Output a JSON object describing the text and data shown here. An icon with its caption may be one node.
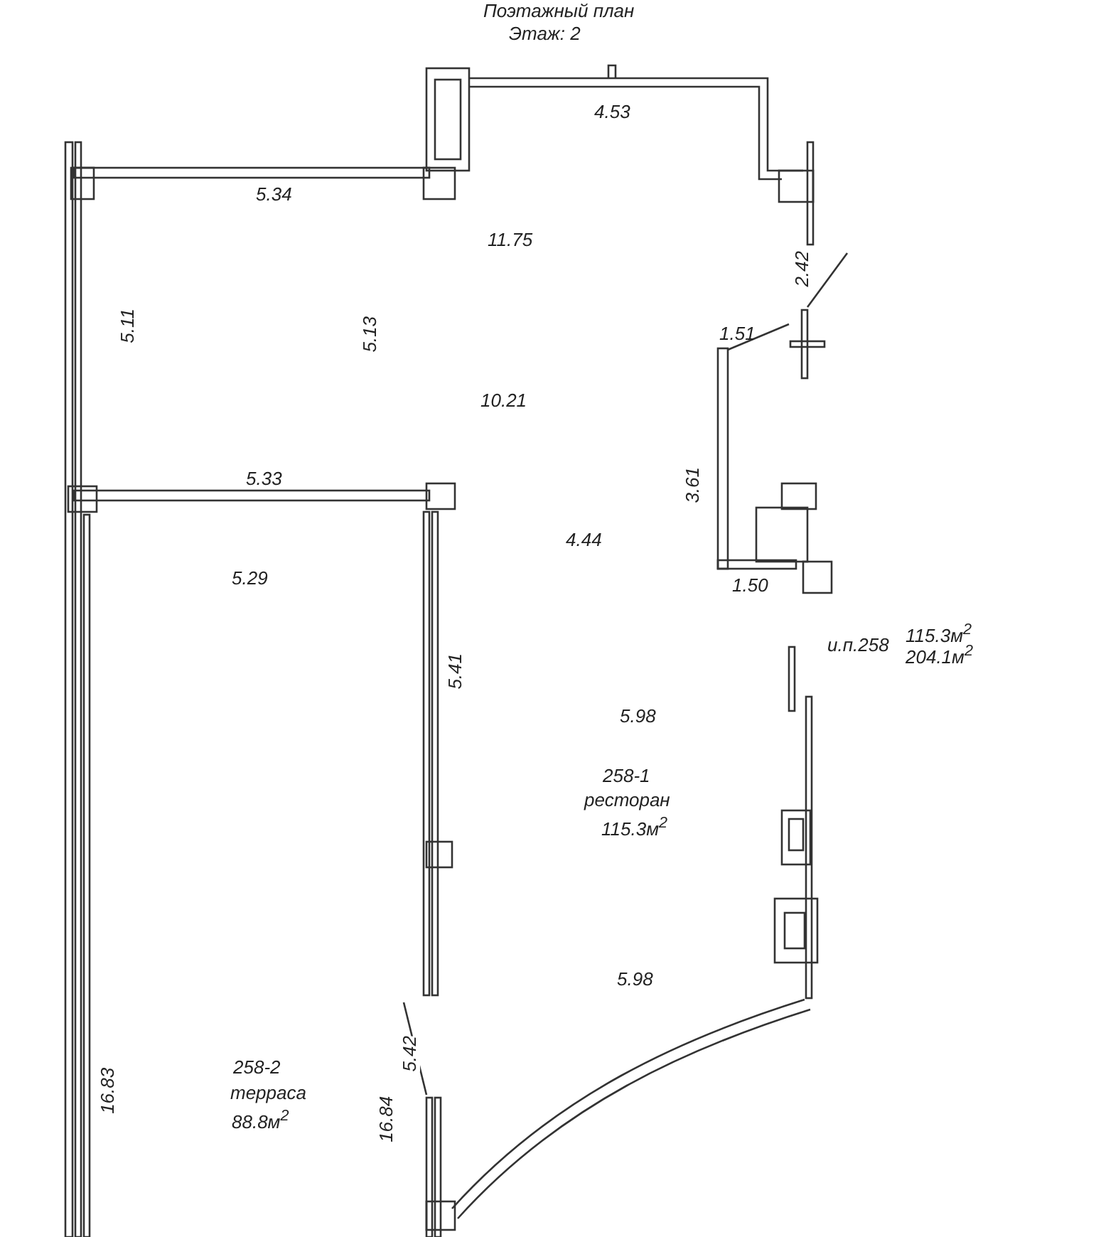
{
  "diagram": {
    "title": "Поэтажный план",
    "labels": [
      "Этаж: 2",
      "4.53",
      "5.34",
      "11.75",
      "2.42",
      "5.11",
      "5.13",
      "1.51",
      "10.21",
      "5.33",
      "3.61",
      "4.44",
      "5.29",
      "1.50",
      "и.п.258",
      "115.3м$^{2}$",
      "204.1м$^{2}$",
      "5.41",
      "5.98",
      "258-1",
      "ресторан",
      "115.3м$^{2}$",
      "5.98",
      "5.42",
      "258-2",
      "терраса",
      "88.8м$^{2}$",
      "16.83",
      "16.84"
    ]
  }
}
